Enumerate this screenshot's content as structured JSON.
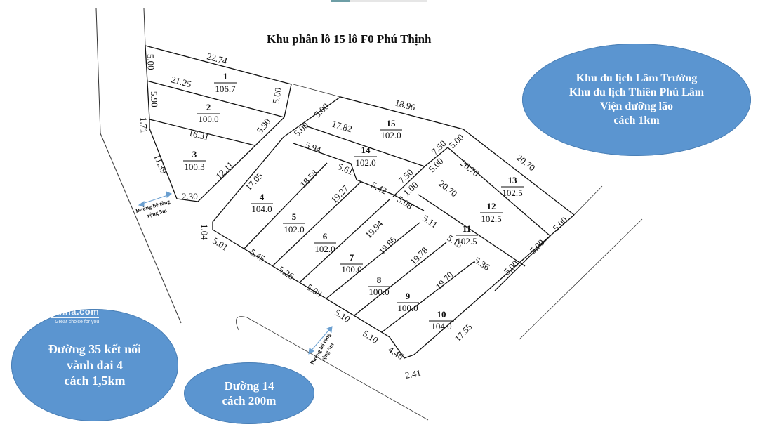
{
  "title": "Khu phân lô 15 lô F0 Phú Thịnh",
  "bubbles": {
    "tourism": {
      "lines": [
        "Khu du lịch Lâm Trường",
        "Khu du lịch Thiên Phú Lâm",
        "Viện dưỡng lão",
        "cách 1km"
      ],
      "color": "#5b95d0"
    },
    "road35": {
      "lines": [
        "Đường 35 kết nối",
        "vành đai 4",
        "cách 1,5km"
      ],
      "color": "#5b95d0"
    },
    "road14": {
      "lines": [
        "Đường 14",
        "cách 200m"
      ],
      "color": "#5b95d0"
    }
  },
  "watermark": {
    "logo": "...nhà.com",
    "tagline": "Great choice for you"
  },
  "roads": [
    {
      "label_line1": "Đường bê tông",
      "label_line2": "rộng 5m",
      "position": "upper-left"
    },
    {
      "label_line1": "Đường bê tông",
      "label_line2": "rộng 5m",
      "position": "bottom"
    }
  ],
  "lots": [
    {
      "number": "1",
      "area": "106.7"
    },
    {
      "number": "2",
      "area": "100.0"
    },
    {
      "number": "3",
      "area": "100.3"
    },
    {
      "number": "4",
      "area": "104.0"
    },
    {
      "number": "5",
      "area": "102.0"
    },
    {
      "number": "6",
      "area": "102.0"
    },
    {
      "number": "7",
      "area": "100.0"
    },
    {
      "number": "8",
      "area": "100.0"
    },
    {
      "number": "9",
      "area": "100.0"
    },
    {
      "number": "10",
      "area": "104.0"
    },
    {
      "number": "11",
      "area": "102.5"
    },
    {
      "number": "12",
      "area": "102.5"
    },
    {
      "number": "13",
      "area": "102.5"
    },
    {
      "number": "14",
      "area": "102.0"
    },
    {
      "number": "15",
      "area": "102.0"
    }
  ],
  "dimensions": {
    "d22_74": "22.74",
    "d5_00_a": "5.00",
    "d21_25": "21.25",
    "d5_00_b": "5.00",
    "d5_90_a": "5.90",
    "d5_90_b": "5.90",
    "d1_71": "1.71",
    "d16_31": "16.31",
    "d11_39": "11.39",
    "d12_11": "12.11",
    "d2_30": "2.30",
    "d5_00_c": "5.00",
    "d5_00_d": "5.00",
    "d18_96": "18.96",
    "d17_82": "17.82",
    "d5_94": "5.94",
    "d5_61": "5.61",
    "d5_42": "5.42",
    "d7_50_a": "7.50",
    "d7_50_b": "7.50",
    "d5_00_e": "5.00",
    "d5_00_f": "5.00",
    "d1_00": "1.00",
    "d20_70_a": "20.70",
    "d20_70_b": "20.70",
    "d20_70_c": "20.70",
    "d17_05": "17.05",
    "d18_58": "18.58",
    "d19_27": "19.27",
    "d19_94": "19.94",
    "d19_86": "19.86",
    "d19_78": "19.78",
    "d19_70": "19.70",
    "d17_55": "17.55",
    "d1_04": "1.04",
    "d5_01": "5.01",
    "d5_45": "5.45",
    "d5_26": "5.26",
    "d5_08_a": "5.08",
    "d5_10_a": "5.10",
    "d5_10_b": "5.10",
    "d4_46": "4.46",
    "d2_41": "2.41",
    "d5_08_b": "5.08",
    "d5_11": "5.11",
    "d5_15": "5.15",
    "d5_36": "5.36",
    "d5_00_g": "5.00",
    "d5_00_h": "5.00",
    "d5_00_i": "5.00"
  }
}
